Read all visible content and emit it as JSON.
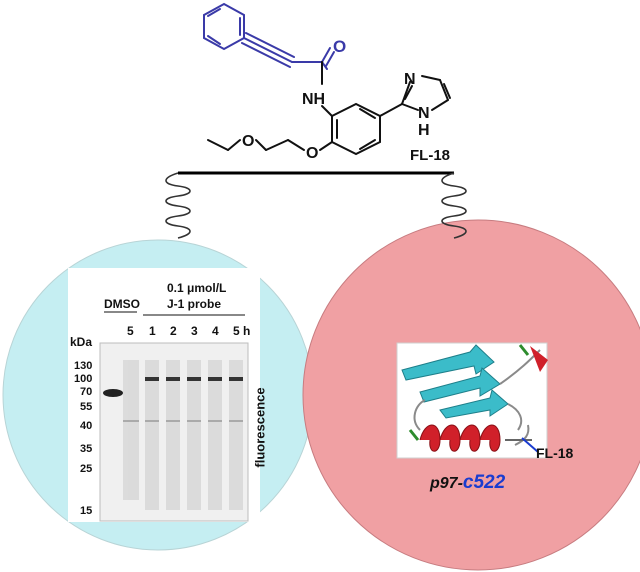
{
  "molecule": {
    "name": "FL-18",
    "atom_o1": "O",
    "atom_nh_amide": "NH",
    "atom_n_imid": "N",
    "atom_nh_imid_n": "N",
    "atom_nh_imid_h": "H",
    "atom_o_ether": "O",
    "atom_o_ether2": "O"
  },
  "gel": {
    "control_label": "DMSO",
    "treatment_line1": "0.1 μmol/L",
    "treatment_line2": "J-1 probe",
    "lane_numbers": [
      "5",
      "1",
      "2",
      "3",
      "4",
      "5 h"
    ],
    "kda_label": "kDa",
    "markers": [
      "130",
      "100",
      "70",
      "55",
      "40",
      "35",
      "25",
      "15"
    ],
    "side_label": "fluorescence"
  },
  "protein": {
    "target_prefix": "p97",
    "target_sep": "-",
    "target_site": "c522",
    "ligand_label": "FL-18"
  },
  "colors": {
    "left_circle": "#c5eef2",
    "right_circle": "#f0a0a3",
    "alkyne_blue": "#3a3aa8",
    "site_blue": "#1a3ccf",
    "helix_red": "#d0202a",
    "sheet_cyan": "#3bbcc9"
  }
}
